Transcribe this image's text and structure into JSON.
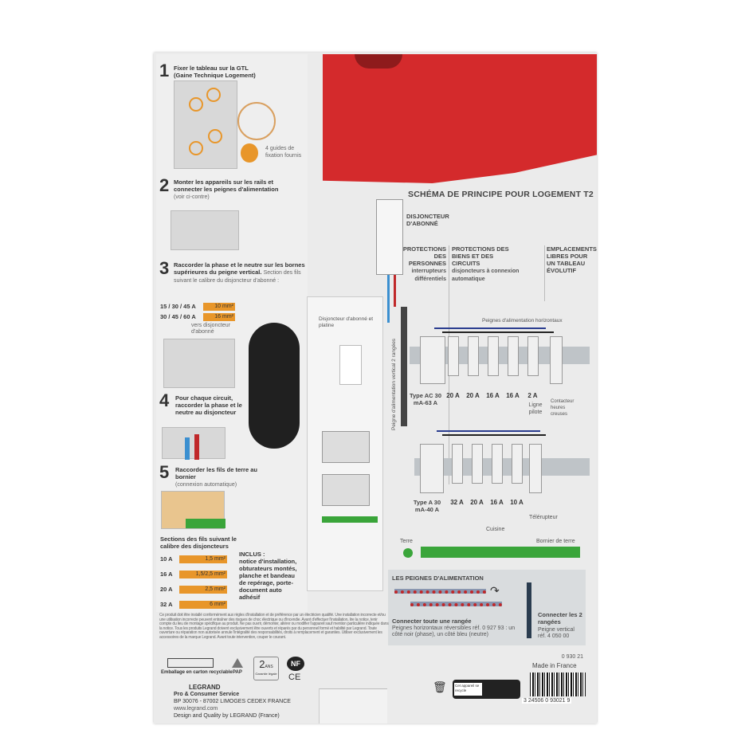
{
  "left": {
    "steps": [
      {
        "num": "1",
        "text": "Fixer le tableau sur la GTL",
        "sub": "(Gaine Technique Logement)",
        "note": "4 guides de fixation fournis"
      },
      {
        "num": "2",
        "text": "Monter les appareils sur les rails et connecter les peignes d'alimentation",
        "sub": "(voir ci-contre)"
      },
      {
        "num": "3",
        "text": "Raccorder la phase et le neutre sur les bornes supérieures du peigne vertical.",
        "sub": "Section des fils suivant le calibre du disjoncteur d'abonné :",
        "note": "vers disjoncteur d'abonné"
      },
      {
        "num": "4",
        "text": "Pour chaque circuit, raccorder la phase et le neutre au disjoncteur"
      },
      {
        "num": "5",
        "text": "Raccorder les fils de terre au bornier",
        "sub": "(connexion automatique)"
      }
    ],
    "step3_wires": [
      {
        "label": "15 / 30 / 45 A",
        "section": "10 mm²"
      },
      {
        "label": "30 / 45 / 60 A",
        "section": "16 mm²"
      }
    ],
    "sections_title": "Sections des fils suivant le calibre des disjoncteurs",
    "sections": [
      {
        "amp": "10 A",
        "section": "1,5 mm²"
      },
      {
        "amp": "16 A",
        "section": "1,5/2,5 mm²"
      },
      {
        "amp": "20 A",
        "section": "2,5 mm²"
      },
      {
        "amp": "32 A",
        "section": "6 mm²"
      }
    ],
    "inclus_title": "INCLUS :",
    "inclus": "notice d'installation, obturateurs montés, planche et bandeau de repérage, porte-document auto adhésif"
  },
  "product_label": "Disjoncteur d'abonné et platine",
  "schema": {
    "title": "SCHÉMA DE PRINCIPE POUR LOGEMENT T2",
    "disjoncteur": "DISJONCTEUR D'ABONNÉ",
    "prot_personnes": "PROTECTIONS DES PERSONNES",
    "prot_personnes_sub": "interrupteurs différentiels",
    "prot_biens": "PROTECTIONS DES BIENS ET DES CIRCUITS",
    "prot_biens_sub": "disjoncteurs à connexion automatique",
    "emplacements": "EMPLACEMENTS LIBRES POUR UN TABLEAU ÉVOLUTIF",
    "peignes_horiz": "Peignes d'alimentation horizontaux",
    "peigne_vert": "Peigne d'alimentation vertical 2 rangées",
    "row1_diff": "Type AC 30 mA-63 A",
    "row1": [
      "20 A",
      "20 A",
      "16 A",
      "16 A",
      "2 A"
    ],
    "ligne_pilote": "Ligne pilote",
    "contacteur": "Contacteur heures creuses",
    "row2_diff": "Type A 30 mA-40 A",
    "row2": [
      "32 A",
      "20 A",
      "16 A",
      "10 A"
    ],
    "cuisine": "Cuisine",
    "telerupteur": "Télérupteur",
    "terre": "Terre",
    "bornier": "Bornier de terre"
  },
  "peignes": {
    "title": "LES PEIGNES D'ALIMENTATION",
    "row_title": "Connecter toute une rangée",
    "row_text": "Peignes horizontaux réversibles réf. 0 927 93 : un côté noir (phase), un côté bleu (neutre)",
    "vert_title": "Connecter les 2 rangées",
    "vert_text": "Peigne vertical réf. 4 050 00"
  },
  "ref": "0 930 21",
  "made_in": "Made in France",
  "barcode": "3 24506 0 93021 9",
  "recycle": "Cet appareil se recycle",
  "warning": "Ce produit doit être installé conformément aux règles d'installation et de préférence par un électricien qualifié. Une installation incorrecte et/ou une utilisation incorrecte peuvent entraîner des risques de choc électrique ou d'incendie. Avant d'effectuer l'installation, lire la notice, tenir compte du lieu de montage spécifique au produit. Ne pas ouvrir, démonter, altérer ou modifier l'appareil sauf mention particulière indiquée dans la notice. Tous les produits Legrand doivent exclusivement être ouverts et réparés par du personnel formé et habilité par Legrand. Toute ouverture ou réparation non autorisée annule l'intégralité des responsabilités, droits à remplacement et garanties. Utiliser exclusivement les accessoires de la marque Legrand. Avant toute intervention, couper le courant.",
  "emballage": "Emballage en carton recyclable",
  "pap": "PAP",
  "garantie": {
    "years": "2",
    "unit": "ANS",
    "text": "Garantie légale"
  },
  "nf": "NF",
  "ce": "CE",
  "legrand": "LEGRAND",
  "service": "Pro & Consumer Service",
  "address": "BP 30076 - 87002 LIMOGES CEDEX FRANCE",
  "web": "www.legrand.com",
  "design": "Design and Quality by LEGRAND (France)",
  "colors": {
    "red": "#d42a2c",
    "orange": "#e8962a",
    "green": "#3aa53a",
    "blue": "#3b8fd0"
  }
}
